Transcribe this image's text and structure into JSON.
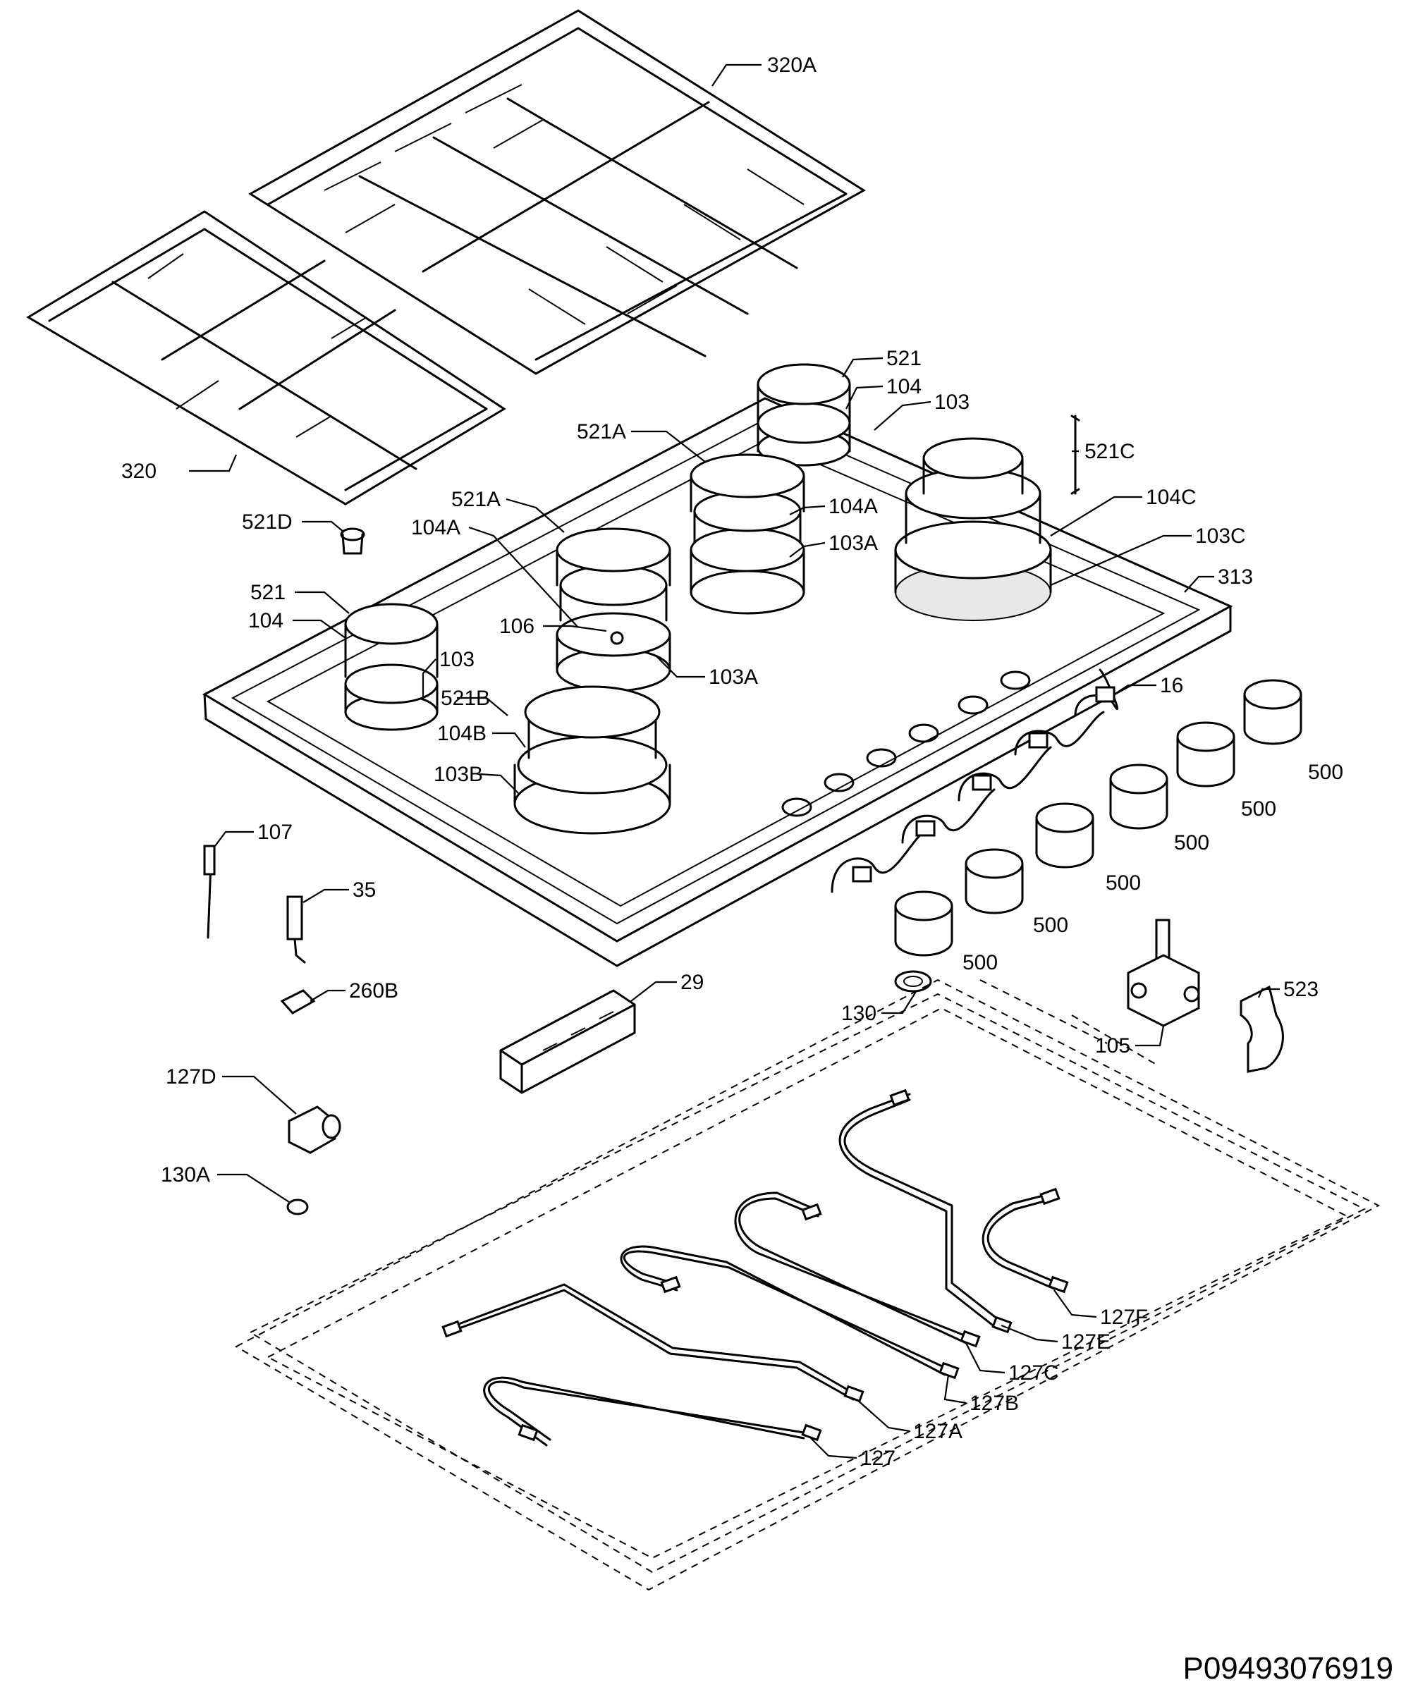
{
  "document_id": "P09493076919",
  "labels": {
    "l320A": "320A",
    "l320": "320",
    "l521_top": "521",
    "l104_top": "104",
    "l103_top": "103",
    "l521A_top": "521A",
    "l521C": "521C",
    "l104A_mid": "104A",
    "l104C": "104C",
    "l103A_mid": "103A",
    "l103C": "103C",
    "l313": "313",
    "l521D": "521D",
    "l521A_left": "521A",
    "l104A_left": "104A",
    "l106": "106",
    "l103A_left": "103A",
    "l521_left": "521",
    "l104_left": "104",
    "l103_left": "103",
    "l521B": "521B",
    "l104B": "104B",
    "l103B": "103B",
    "l16": "16",
    "l500_1": "500",
    "l500_2": "500",
    "l500_3": "500",
    "l500_4": "500",
    "l500_5": "500",
    "l500_6": "500",
    "l107": "107",
    "l35": "35",
    "l260B": "260B",
    "l29": "29",
    "l130": "130",
    "l105": "105",
    "l523": "523",
    "l127D": "127D",
    "l130A": "130A",
    "l127F": "127F",
    "l127E": "127E",
    "l127C": "127C",
    "l127B": "127B",
    "l127A": "127A",
    "l127": "127"
  }
}
